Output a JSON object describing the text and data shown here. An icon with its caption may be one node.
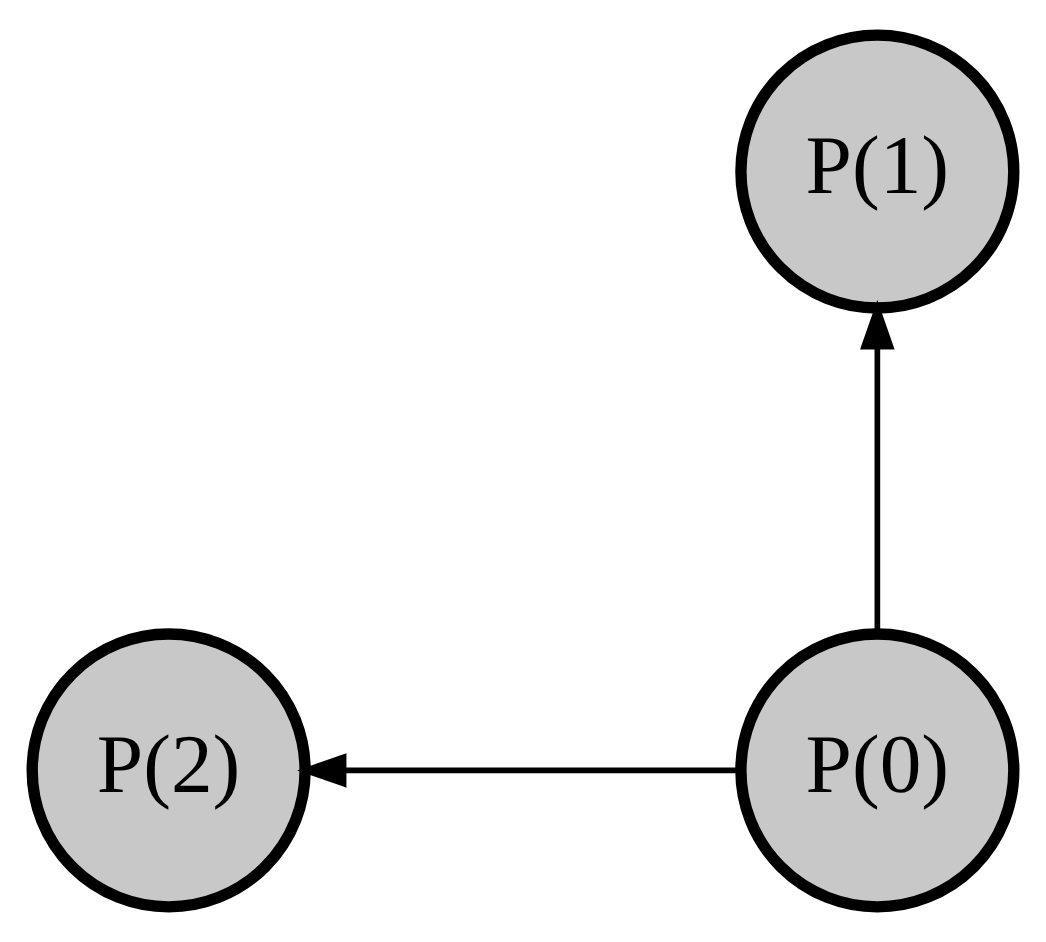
{
  "diagram": {
    "nodes": [
      {
        "text": [
          "P(2)"
        ]
      },
      {
        "text": [
          "P(0)"
        ]
      },
      {
        "text": [
          "P(1)"
        ]
      }
    ],
    "edges": [
      {
        "from": 1,
        "to": 0,
        "arrow": "to"
      },
      {
        "from": 1,
        "to": 2,
        "arrow": "to"
      }
    ]
  }
}
